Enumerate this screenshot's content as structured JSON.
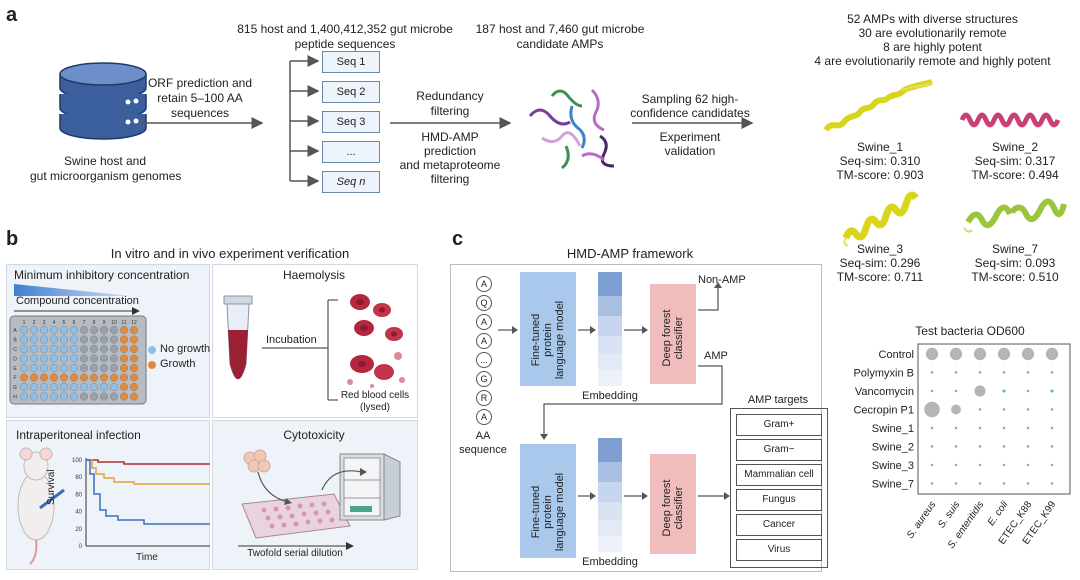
{
  "panel_a": {
    "letter": "a",
    "genomes_label_1": "Swine host and",
    "genomes_label_2": "gut microorganism genomes",
    "orf_1": "ORF prediction and",
    "orf_2": "retain 5–100 AA",
    "orf_3": "sequences",
    "peptides_1": "815 host and 1,400,412,352 gut microbe",
    "peptides_2": "peptide sequences",
    "seqs": [
      "Seq 1",
      "Seq 2",
      "Seq 3",
      "...",
      "Seq n"
    ],
    "redundancy_1": "Redundancy",
    "redundancy_2": "filtering",
    "hmd_1": "HMD-AMP",
    "hmd_2": "prediction",
    "hmd_3": "and metaproteome",
    "hmd_4": "filtering",
    "candidates_1": "187 host and 7,460 gut microbe",
    "candidates_2": "candidate AMPs",
    "sampling_1": "Sampling 62 high-",
    "sampling_2": "confidence candidates",
    "experiment_1": "Experiment",
    "experiment_2": "validation",
    "summary": [
      "52 AMPs with diverse structures",
      "30 are evolutionarily remote",
      "8 are highly potent",
      "4 are evolutionarily remote and highly potent"
    ],
    "structures": [
      {
        "name": "Swine_1",
        "seq": "Seq-sim: 0.310",
        "tm": "TM-score: 0.903",
        "color": "#d9d61a"
      },
      {
        "name": "Swine_2",
        "seq": "Seq-sim: 0.317",
        "tm": "TM-score: 0.494",
        "color": "#c93f7a"
      },
      {
        "name": "Swine_3",
        "seq": "Seq-sim: 0.296",
        "tm": "TM-score: 0.711",
        "color": "#d9d61a"
      },
      {
        "name": "Swine_7",
        "seq": "Seq-sim: 0.093",
        "tm": "TM-score: 0.510",
        "color": "#9bc53d"
      }
    ]
  },
  "panel_b": {
    "letter": "b",
    "title": "In vitro and in vivo experiment verification",
    "mic_title": "Minimum inhibitory concentration",
    "compound": "Compound concentration",
    "legend_no_growth": "No growth",
    "legend_growth": "Growth",
    "color_no_growth": "#8fbfe6",
    "color_growth": "#e3893a",
    "plate_rows": [
      "A",
      "B",
      "C",
      "D",
      "E",
      "F",
      "G",
      "H"
    ],
    "plate_cols": [
      "1",
      "2",
      "3",
      "4",
      "5",
      "6",
      "7",
      "8",
      "9",
      "10",
      "11",
      "12"
    ],
    "haemo_title": "Haemolysis",
    "incubation": "Incubation",
    "rbc_1": "Red blood cells",
    "rbc_2": "(lysed)",
    "ip_title": "Intraperitoneal infection",
    "survival": "Survival",
    "time": "Time",
    "yticks": [
      "100",
      "80",
      "60",
      "40",
      "20",
      "0"
    ],
    "cyto_title": "Cytotoxicity",
    "twofold": "Twofold serial dilution"
  },
  "panel_c": {
    "letter": "c",
    "title": "HMD-AMP framework",
    "aa": [
      "A",
      "Q",
      "A",
      "A",
      "...",
      "G",
      "R",
      "A"
    ],
    "aa_seq_1": "AA",
    "aa_seq_2": "sequence",
    "plm_1": "Fine-tuned",
    "plm_2": "protein",
    "plm_3": "language model",
    "embedding": "Embedding",
    "df_1": "Deep forest",
    "df_2": "classifier",
    "non_amp": "Non-AMP",
    "amp": "AMP",
    "targets_title": "AMP targets",
    "targets": [
      "Gram+",
      "Gram−",
      "Mammalian cell",
      "Fungus",
      "Cancer",
      "Virus"
    ]
  },
  "chart_data": {
    "type": "scatter",
    "title": "Test bacteria OD600",
    "rows": [
      "Control",
      "Polymyxin B",
      "Vancomycin",
      "Cecropin P1",
      "Swine_1",
      "Swine_2",
      "Swine_3",
      "Swine_7"
    ],
    "cols": [
      "S. aureus",
      "S. suis",
      "S. enteritidis",
      "E. coli",
      "ETEC_K88",
      "ETEC_K99"
    ],
    "values": [
      [
        1.0,
        1.0,
        1.0,
        1.0,
        1.0,
        1.0
      ],
      [
        0.05,
        0.05,
        0.05,
        0.05,
        0.05,
        0.05
      ],
      [
        0.05,
        0.05,
        0.9,
        0.25,
        0.05,
        0.25
      ],
      [
        1.25,
        0.8,
        0.05,
        0.05,
        0.05,
        0.05
      ],
      [
        0.1,
        0.05,
        0.05,
        0.05,
        0.05,
        0.05
      ],
      [
        0.1,
        0.05,
        0.05,
        0.05,
        0.05,
        0.05
      ],
      [
        0.1,
        0.1,
        0.1,
        0.1,
        0.1,
        0.1
      ],
      [
        0.1,
        0.15,
        0.1,
        0.1,
        0.1,
        0.1
      ]
    ],
    "color_large": "#b5b5b5",
    "color_small": "#5fb89a"
  }
}
